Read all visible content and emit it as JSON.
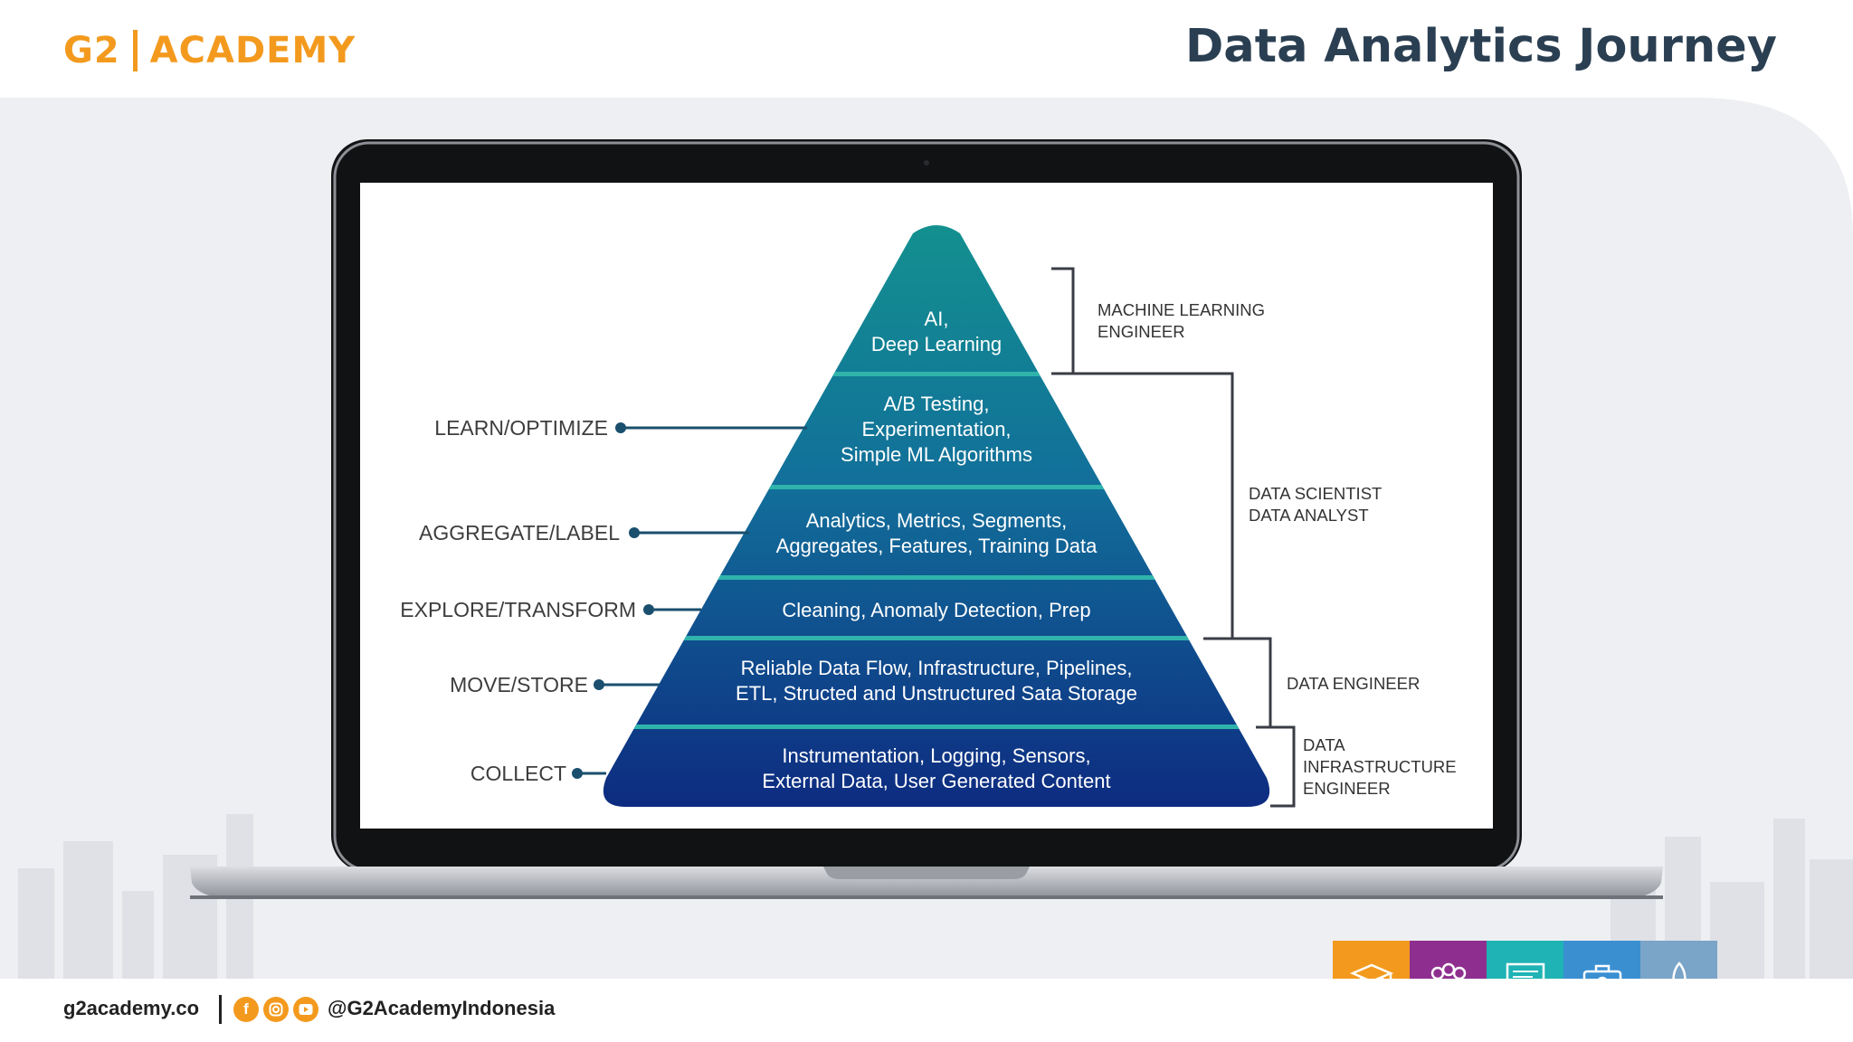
{
  "header": {
    "logo": {
      "left": "G2",
      "right": "ACADEMY"
    },
    "title": "Data Analytics Journey"
  },
  "pyramid": {
    "layers": [
      {
        "lines": [
          "AI,",
          "Deep Learning"
        ]
      },
      {
        "lines": [
          "A/B Testing,",
          "Experimentation,",
          "Simple ML Algorithms"
        ]
      },
      {
        "lines": [
          "Analytics, Metrics, Segments,",
          "Aggregates, Features, Training Data"
        ]
      },
      {
        "lines": [
          "Cleaning, Anomaly Detection, Prep"
        ]
      },
      {
        "lines": [
          "Reliable Data Flow, Infrastructure, Pipelines,",
          "ETL, Structed and Unstructured Sata Storage"
        ]
      },
      {
        "lines": [
          "Instrumentation, Logging, Sensors,",
          "External Data, User Generated Content"
        ]
      }
    ],
    "stages": [
      "LEARN/OPTIMIZE",
      "AGGREGATE/LABEL",
      "EXPLORE/TRANSFORM",
      "MOVE/STORE",
      "COLLECT"
    ],
    "roles": [
      {
        "lines": [
          "MACHINE LEARNING",
          "ENGINEER"
        ]
      },
      {
        "lines": [
          "DATA SCIENTIST",
          "DATA ANALYST"
        ]
      },
      {
        "lines": [
          "DATA ENGINEER"
        ]
      },
      {
        "lines": [
          "DATA",
          "INFRASTRUCTURE",
          "ENGINEER"
        ]
      }
    ],
    "colors": {
      "top": "#13918f",
      "bottom": "#0d2a80",
      "separator": "#2fb3ab"
    }
  },
  "footer": {
    "website": "g2academy.co",
    "handle": "@G2AcademyIndonesia",
    "social_icons": [
      "facebook-icon",
      "instagram-icon",
      "youtube-icon"
    ],
    "tiles": [
      {
        "icon": "graduation-cap-icon",
        "color": "#f39a1e"
      },
      {
        "icon": "team-icon",
        "color": "#8e2f8f"
      },
      {
        "icon": "presentation-icon",
        "color": "#1fb3b5"
      },
      {
        "icon": "toolbox-icon",
        "color": "#3a8fd1"
      },
      {
        "icon": "rocket-icon",
        "color": "#7aa4c8"
      }
    ]
  },
  "brand_colors": {
    "orange": "#f39a1e",
    "navy": "#2b3f52"
  }
}
